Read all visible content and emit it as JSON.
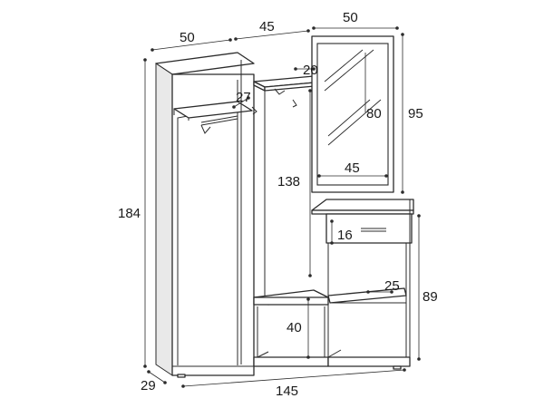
{
  "figure": {
    "colors": {
      "line": "#2b2b2b",
      "background": "#ffffff"
    },
    "dimensions": {
      "top_left_width": "50",
      "top_mid_width": "45",
      "top_right_width": "50",
      "shelf_depth": "20",
      "hook_rail_depth": "27",
      "mirror_height": "80",
      "mirror_panel_height": "95",
      "mirror_width": "45",
      "total_height": "184",
      "hanging_height": "138",
      "drawer_height": "16",
      "shelf_gap": "25",
      "cabinet_height": "89",
      "compartment_height": "40",
      "depth": "29",
      "total_width": "145"
    }
  }
}
